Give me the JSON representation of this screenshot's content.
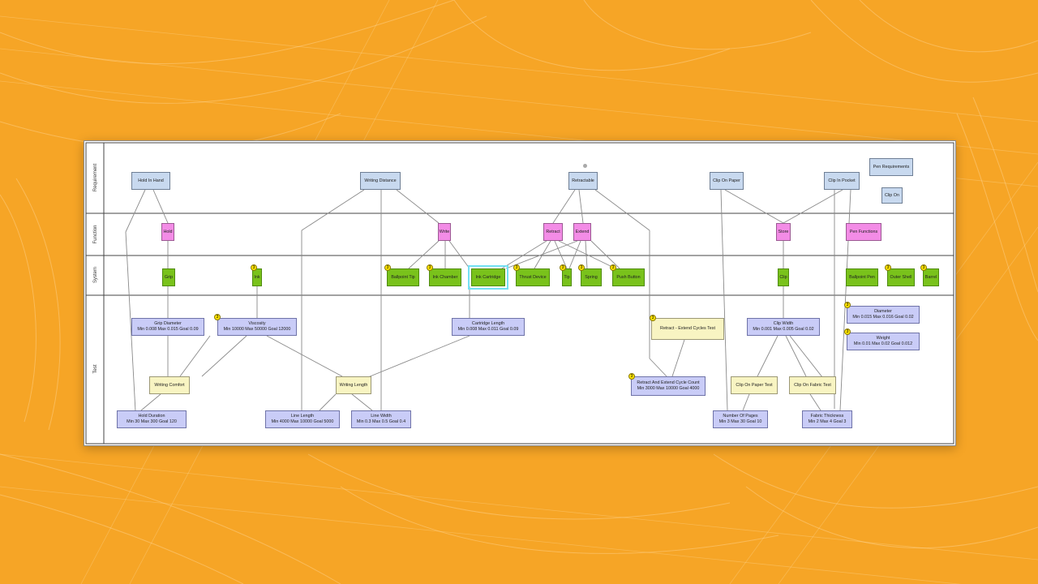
{
  "lanes": {
    "requirement": "Requirement",
    "function": "Function",
    "system": "System",
    "test": "Test"
  },
  "requirements": {
    "hold_in_hand": "Hold In Hand",
    "writing_distance": "Writing Distance",
    "retractable": "Retractable",
    "clip_on_paper": "Clip On Paper",
    "clip_in_pocket": "Clip In Pocket",
    "pen_requirements": "Pen Requirements",
    "clip_on": "Clip On"
  },
  "functions": {
    "hold": "Hold",
    "write": "Write",
    "retract": "Retract",
    "extend": "Extend",
    "store": "Store",
    "pen_functions": "Pen Functions"
  },
  "systems": {
    "grip": "Grip",
    "ink": "Ink",
    "ballpoint_tip": "Ballpoint Tip",
    "ink_chamber": "Ink Chamber",
    "ink_cartridge": "Ink Cartridge",
    "thrust_device": "Thrust Device",
    "tip": "Tip",
    "spring": "Spring",
    "push_button": "Push Button",
    "clip": "Clip",
    "ballpoint_pen": "Ballpoint Pen",
    "outer_shell": "Outer Shell",
    "barrel": "Barrel"
  },
  "tests": {
    "grip_diameter": {
      "name": "Grip Diameter",
      "spec": "Min 0.008 Max 0.015 Goal 0.09"
    },
    "viscosity": {
      "name": "Viscosity",
      "spec": "Min 10000 Max 50000 Goal 12000"
    },
    "cartridge_length": {
      "name": "Cartridge Length",
      "spec": "Min 0.008 Max 0.011 Goal 0.09"
    },
    "clip_width": {
      "name": "Clip Width",
      "spec": "Min 0.001 Max 0.005 Goal 0.02"
    },
    "diameter": {
      "name": "Diameter",
      "spec": "Min 0.015 Max 0.016 Goal 0.02"
    },
    "weight": {
      "name": "Weight",
      "spec": "Min 0.01 Max 0.02 Goal 0.012"
    },
    "retract_extend_cycle_count": {
      "name": "Retract And Extend Cycle Count",
      "spec": "Min 3000 Max 10000 Goal 4000"
    },
    "hold_duration": {
      "name": "Hold Duration",
      "spec": "Min 30 Max 300 Goal 120"
    },
    "line_length": {
      "name": "Line Length",
      "spec": "Min 4000 Max 10000 Goal 5000"
    },
    "line_width": {
      "name": "Line Width",
      "spec": "Min 0.3 Max 0.5 Goal 0.4"
    },
    "number_of_pages": {
      "name": "Number Of Pages",
      "spec": "Min 3 Max 30 Goal 10"
    },
    "fabric_thickness": {
      "name": "Fabric Thickness",
      "spec": "Min 2 Max 4 Goal 3"
    }
  },
  "test_cases": {
    "writing_comfort": "Writing Comfort",
    "writing_length": "Writing Length",
    "retract_extend_cycles_test": "Retract - Extend Cycles Test",
    "clip_on_paper_test": "Clip On Paper Test",
    "clip_on_fabric_test": "Clip On Fabric Test"
  },
  "badge_mark": "3",
  "colors": {
    "background": "#f6a526",
    "requirement": "#c8d9ef",
    "function": "#f38ce6",
    "system": "#79c21b",
    "test": "#c9ccf7",
    "test_case": "#f8f4c2",
    "selection": "#74e0f4",
    "badge": "#ffe500"
  }
}
